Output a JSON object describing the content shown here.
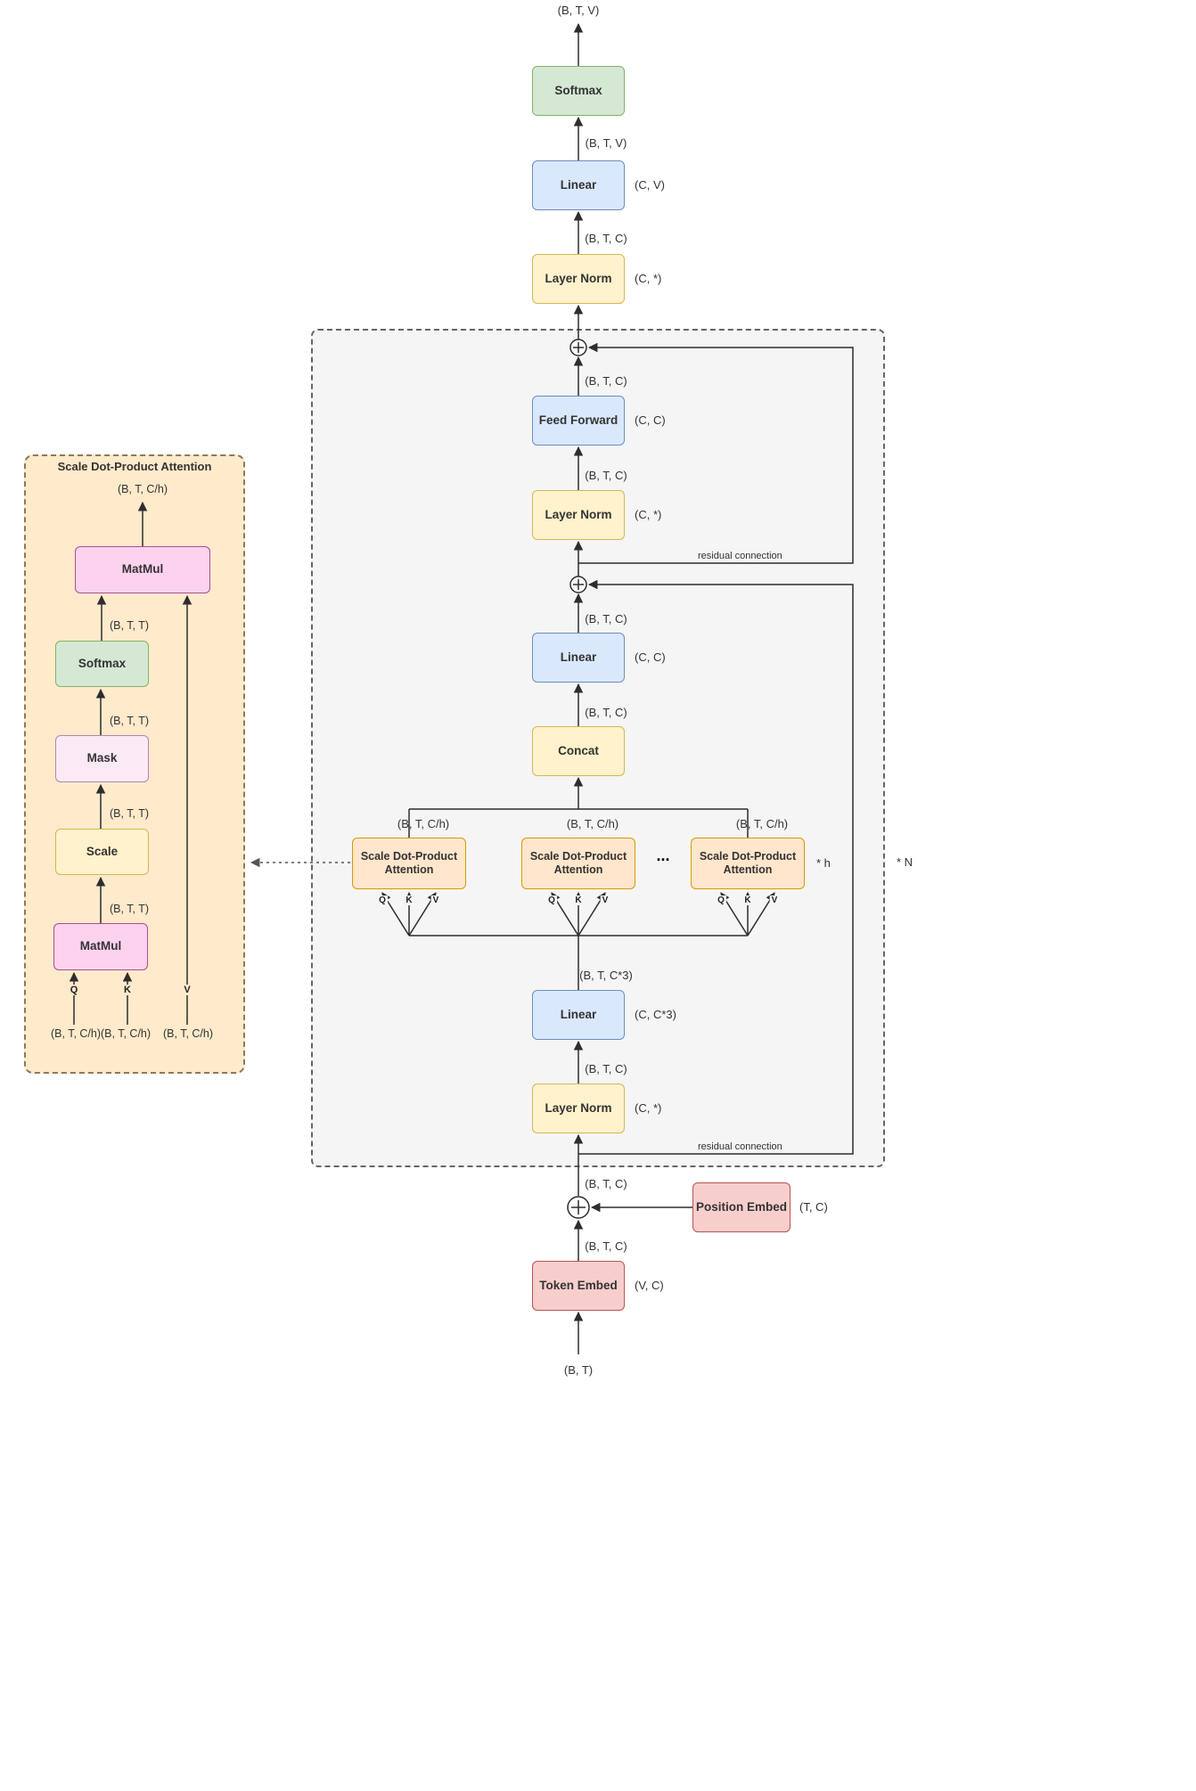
{
  "labels": {
    "top_output": "(B, T, V)",
    "bottom_input": "(B, T)",
    "residual": "residual connection",
    "ellipsis": "...",
    "times_h": "* h",
    "times_n": "* N",
    "q": "Q",
    "k": "K",
    "v": "V"
  },
  "main": {
    "softmax": "Softmax",
    "linear": "Linear",
    "layer_norm": "Layer Norm",
    "feed_forward": "Feed Forward",
    "concat": "Concat",
    "attention": "Scale Dot-Product Attention",
    "position_embed": "Position Embed",
    "token_embed": "Token Embed",
    "side": {
      "cv": "(C, V)",
      "cstar": "(C, *)",
      "cc": "(C, C)",
      "cc3": "(C, C*3)",
      "tc": "(T, C)",
      "vc": "(V, C)"
    },
    "shapes": {
      "btv": "(B, T, V)",
      "btc": "(B, T, C)",
      "btc3": "(B, T, C*3)",
      "btch": "(B, T, C/h)"
    }
  },
  "detail": {
    "title": "Scale Dot-Product Attention",
    "matmul": "MatMul",
    "softmax": "Softmax",
    "mask": "Mask",
    "scale": "Scale",
    "shape_btch": "(B, T, C/h)",
    "shape_btt": "(B, T, T)",
    "shape_qk_pair": "(B, T, C/h)(B, T, C/h)"
  },
  "colors": {
    "softmax_fill": "#d5e8d4",
    "linear_fill": "#dae8fc",
    "layernorm_fill": "#fff2cc",
    "attention_fill": "#ffe6cc",
    "embed_fill": "#f8cecc",
    "matmul_fill": "#fcd2ef",
    "mask_fill": "#fbe9f6",
    "block_container_fill": "#f5f5f5",
    "detail_container_fill": "#ffeacb",
    "line_color": "#2d2d2d"
  }
}
